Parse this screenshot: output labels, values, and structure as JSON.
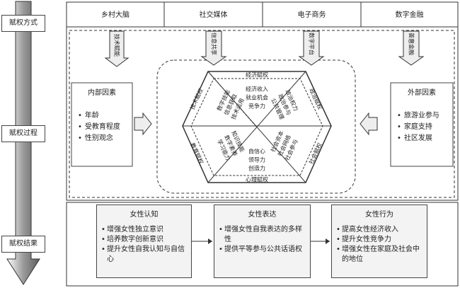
{
  "stages": [
    "赋权方式",
    "赋权过程",
    "赋权结果"
  ],
  "technologies": [
    "乡村大脑",
    "社交媒体",
    "电子商务",
    "数字金融"
  ],
  "tech_tags": [
    "技术赋能",
    "信息共享",
    "数字平台",
    "普惠金融"
  ],
  "internal": {
    "title": "内部因素",
    "items": [
      "年龄",
      "受教育程度",
      "性别观念"
    ]
  },
  "external": {
    "title": "外部因素",
    "items": [
      "旅游业参与",
      "家庭支持",
      "社区发展"
    ]
  },
  "hexagon": {
    "edges": [
      "经济赋权",
      "政治赋权",
      "社会赋权",
      "心理赋权",
      "教育赋权",
      "技术赋权"
    ],
    "inner": [
      "经济收入",
      "就业机会",
      "竞争力",
      "政治权力",
      "政治参与",
      "公共管理",
      "社会参与",
      "社会网络",
      "社会资本",
      "自信心",
      "领导力",
      "创造力",
      "知识技能",
      "数字素养",
      "学习能力",
      "技术运用",
      "信息获取",
      "数字技能"
    ]
  },
  "results": [
    {
      "title": "女性认知",
      "items": [
        "增强女性独立意识",
        "培养数字创新意识",
        "提升女性自我认知与自信心"
      ]
    },
    {
      "title": "女性表达",
      "items": [
        "增强女性自我表达的多样性",
        "提供平等参与公共话语权"
      ]
    },
    {
      "title": "女性行为",
      "items": [
        "提高女性经济收入",
        "提升女性竞争力",
        "增强女性在家庭及社会中的地位"
      ]
    }
  ],
  "colors": {
    "line": "#333333",
    "arrow_fill": "#eeeeee",
    "dark": "#555555"
  }
}
